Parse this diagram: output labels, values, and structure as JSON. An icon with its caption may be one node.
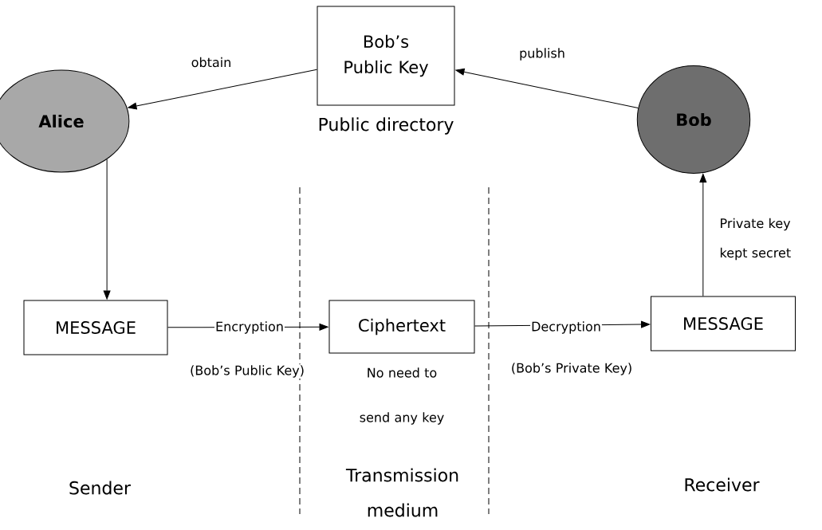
{
  "diagram": {
    "nodes": [
      {
        "text": [
          "Bob’s Public Key"
        ],
        "beside": [
          "Public directory"
        ]
      },
      {
        "text": [
          "Alice"
        ]
      },
      {
        "text": [
          "Bob"
        ]
      },
      {
        "text": [
          "MESSAGE"
        ]
      },
      {
        "text": [
          "Ciphertext"
        ],
        "beside": [
          "No need to send any key"
        ]
      },
      {
        "text": [
          "MESSAGE"
        ]
      }
    ],
    "edges": [
      {
        "from": 0,
        "to": 1,
        "arrow": "to",
        "label": "obtain"
      },
      {
        "from": 2,
        "to": 0,
        "arrow": "to",
        "label": "publish"
      },
      {
        "from": 1,
        "to": 3,
        "arrow": "to"
      },
      {
        "from": 3,
        "to": 4,
        "arrow": "to",
        "label": "Encryption"
      },
      {
        "from": 4,
        "to": 5,
        "arrow": "to",
        "label": "Decryption"
      },
      {
        "from": 5,
        "to": 2,
        "arrow": "to",
        "label": "Private key kept secret"
      }
    ],
    "labels": [
      "(Bob’s Public Key)",
      "(Bob’s Private Key)",
      "Sender",
      "Transmission medium",
      "Receiver"
    ]
  }
}
